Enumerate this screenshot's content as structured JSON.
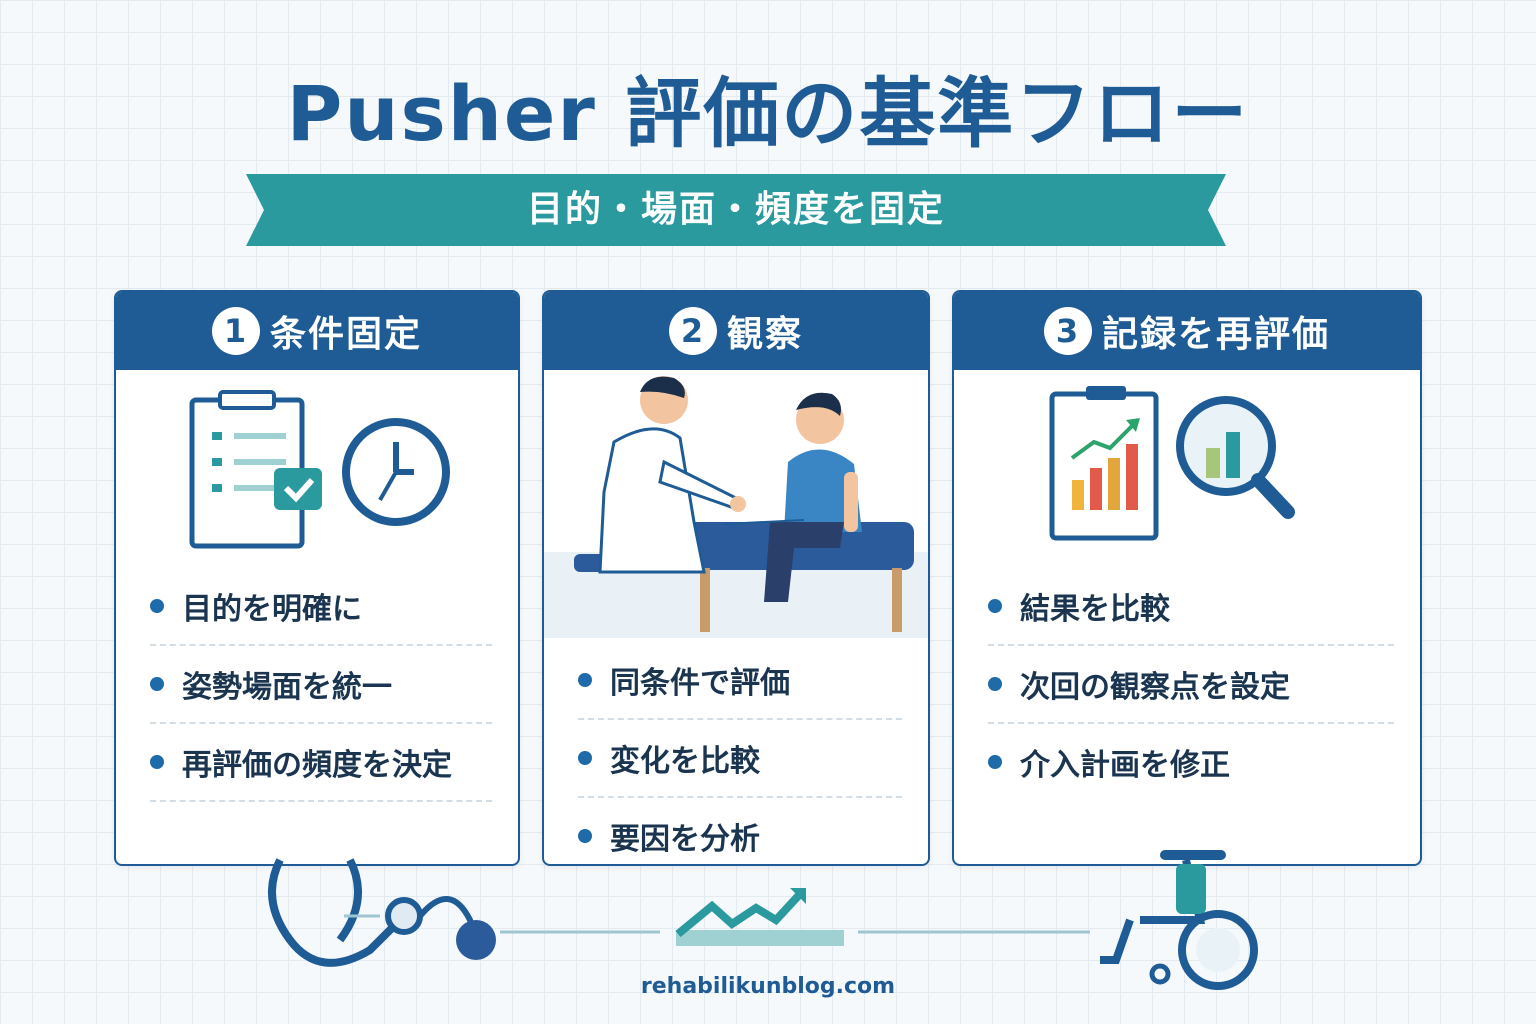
{
  "title": "Pusher 評価の基準フロー",
  "subtitle": "目的・場面・頻度を固定",
  "colors": {
    "primary": "#1f5c95",
    "teal": "#2a9a9f",
    "light": "#d7e6f2"
  },
  "cards": [
    {
      "number": "1",
      "heading": "条件固定",
      "icons": [
        "clipboard-check-icon",
        "clock-icon"
      ],
      "items": [
        "目的を明確に",
        "姿勢場面を統一",
        "再評価の頻度を決定"
      ]
    },
    {
      "number": "2",
      "heading": "観察",
      "icons": [
        "therapist-patient-illustration"
      ],
      "items": [
        "同条件で評価",
        "変化を比較",
        "要因を分析"
      ]
    },
    {
      "number": "3",
      "heading": "記録を再評価",
      "icons": [
        "chart-clipboard-icon",
        "magnifier-chart-icon"
      ],
      "items": [
        "結果を比較",
        "次回の観察点を設定",
        "介入計画を修正"
      ]
    }
  ],
  "footer_icons": [
    "stethoscope-icon",
    "trend-arrow-icon",
    "wheelchair-icon"
  ],
  "website": "rehabilikunblog.com"
}
